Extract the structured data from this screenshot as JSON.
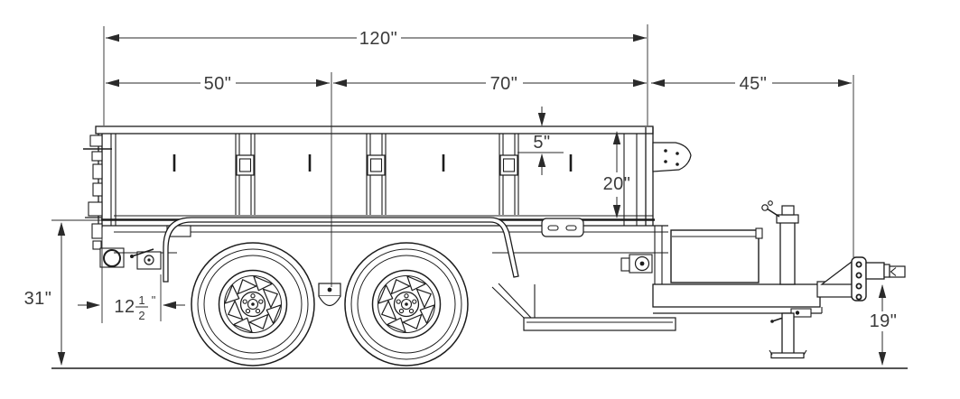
{
  "drawing": {
    "subject": "tandem-axle dump trailer side elevation drawing",
    "dims": {
      "overall": "120\"",
      "rear_section": "50\"",
      "mid_section": "70\"",
      "tongue": "45\"",
      "top_rail": "5\"",
      "side_wall": "20\"",
      "bed_height": "31\"",
      "coupler_height": "19\"",
      "overhang_whole": "12",
      "overhang_num": "1",
      "overhang_den": "2",
      "overhang_unit": "\""
    }
  }
}
